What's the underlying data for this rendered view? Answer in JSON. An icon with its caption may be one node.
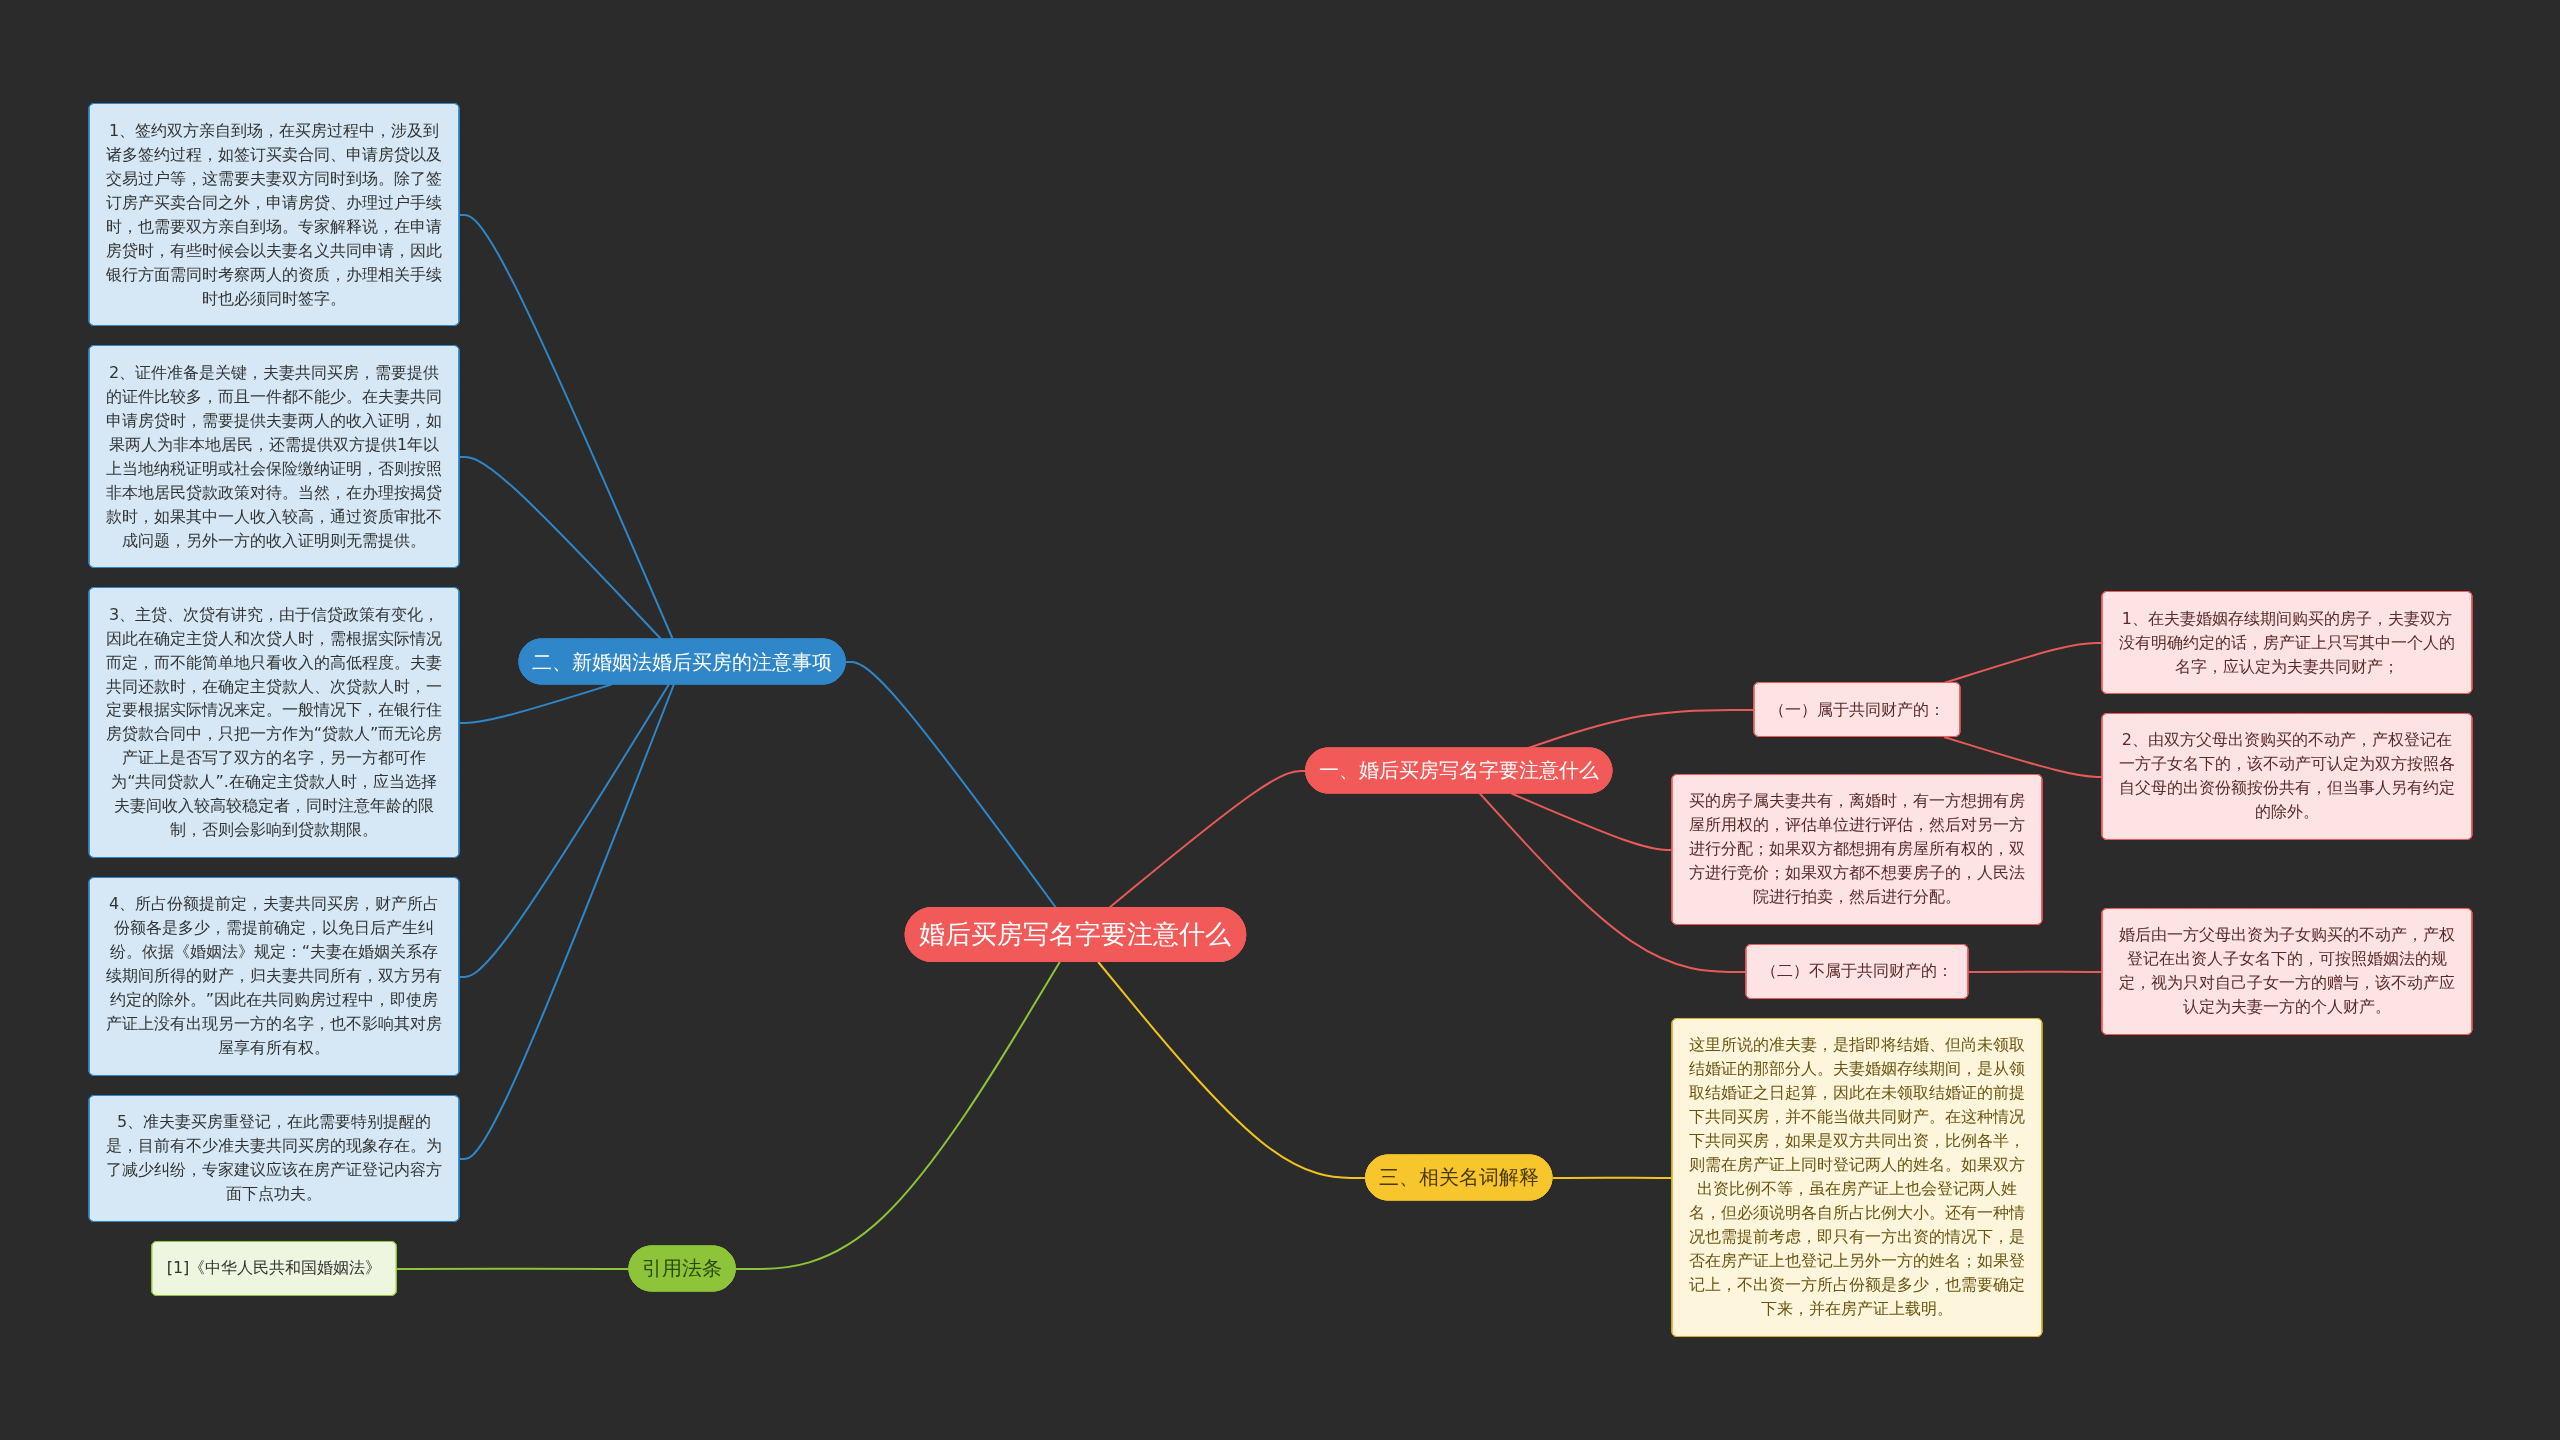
{
  "diagram": {
    "nodes": [
      {
        "text": [
          "婚后买房写名字要注意什么"
        ]
      },
      {
        "text": [
          "一、婚后买房写名字要注意什么"
        ]
      },
      {
        "text": [
          "（一）属于共同财产的："
        ]
      },
      {
        "text": [
          "1、在夫妻婚姻存续期间购买的房子，夫妻双方没有明确约定的话，房产证上只写其中一个人的名字，应认定为夫妻共同财产；"
        ]
      },
      {
        "text": [
          "2、由双方父母出资购买的不动产，产权登记在一方子女名下的，该不动产可认定为双方按照各自父母的出资份额按份共有，但当事人另有约定的除外。"
        ]
      },
      {
        "text": [
          "买的房子属夫妻共有，离婚时，有一方想拥有房屋所用权的，评估单位进行评估，然后对另一方进行分配；如果双方都想拥有房屋所有权的，双方进行竞价；如果双方都不想要房子的，人民法院进行拍卖，然后进行分配。"
        ]
      },
      {
        "text": [
          "（二）不属于共同财产的："
        ]
      },
      {
        "text": [
          "婚后由一方父母出资为子女购买的不动产，产权登记在出资人子女名下的，可按照婚姻法的规定，视为只对自己子女一方的赠与，该不动产应认定为夫妻一方的个人财产。"
        ]
      },
      {
        "text": [
          "二、新婚姻法婚后买房的注意事项"
        ]
      },
      {
        "text": [
          "1、签约双方亲自到场，在买房过程中，涉及到诸多签约过程，如签订买卖合同、申请房贷以及交易过户等，这需要夫妻双方同时到场。除了签订房产买卖合同之外，申请房贷、办理过户手续时，也需要双方亲自到场。专家解释说，在申请房贷时，有些时候会以夫妻名义共同申请，因此银行方面需同时考察两人的资质，办理相关手续时也必须同时签字。"
        ]
      },
      {
        "text": [
          "2、证件准备是关键，夫妻共同买房，需要提供的证件比较多，而且一件都不能少。在夫妻共同申请房贷时，需要提供夫妻两人的收入证明，如果两人为非本地居民，还需提供双方提供1年以上当地纳税证明或社会保险缴纳证明，否则按照非本地居民贷款政策对待。当然，在办理按揭贷款时，如果其中一人收入较高，通过资质审批不成问题，另外一方的收入证明则无需提供。"
        ]
      },
      {
        "text": [
          "3、主贷、次贷有讲究，由于信贷政策有变化，因此在确定主贷人和次贷人时，需根据实际情况而定，而不能简单地只看收入的高低程度。夫妻共同还款时，在确定主贷款人、次贷款人时，一定要根据实际情况来定。一般情况下，在银行住房贷款合同中，只把一方作为“贷款人”而无论房产证上是否写了双方的名字，另一方都可作为“共同贷款人”.在确定主贷款人时，应当选择夫妻间收入较高较稳定者，同时注意年龄的限制，否则会影响到贷款期限。"
        ]
      },
      {
        "text": [
          "4、所占份额提前定，夫妻共同买房，财产所占份额各是多少，需提前确定，以免日后产生纠纷。依据《婚姻法》规定：“夫妻在婚姻关系存续期间所得的财产，归夫妻共同所有，双方另有约定的除外。”因此在共同购房过程中，即使房产证上没有出现另一方的名字，也不影响其对房屋享有所有权。"
        ]
      },
      {
        "text": [
          "5、准夫妻买房重登记，在此需要特别提醒的是，目前有不少准夫妻共同买房的现象存在。为了减少纠纷，专家建议应该在房产证登记内容方面下点功夫。"
        ]
      },
      {
        "text": [
          "三、相关名词解释"
        ]
      },
      {
        "text": [
          "这里所说的准夫妻，是指即将结婚、但尚未领取结婚证的那部分人。夫妻婚姻存续期间，是从领取结婚证之日起算，因此在未领取结婚证的前提下共同买房，并不能当做共同财产。在这种情况下共同买房，如果是双方共同出资，比例各半，则需在房产证上同时登记两人的姓名。如果双方出资比例不等，虽在房产证上也会登记两人姓名，但必须说明各自所占比例大小。还有一种情况也需提前考虑，即只有一方出资的情况下，是否在房产证上也登记上另外一方的姓名；如果登记上，不出资一方所占份额是多少，也需要确定下来，并在房产证上载明。"
        ]
      },
      {
        "text": [
          "引用法条"
        ]
      },
      {
        "text": [
          "[1]《中华人民共和国婚姻法》"
        ]
      }
    ],
    "edges": [
      {
        "from": 0,
        "to": 1,
        "arrow": "none"
      },
      {
        "from": 1,
        "to": 2,
        "arrow": "none"
      },
      {
        "from": 2,
        "to": 3,
        "arrow": "none"
      },
      {
        "from": 2,
        "to": 4,
        "arrow": "none"
      },
      {
        "from": 1,
        "to": 5,
        "arrow": "none"
      },
      {
        "from": 1,
        "to": 6,
        "arrow": "none"
      },
      {
        "from": 6,
        "to": 7,
        "arrow": "none"
      },
      {
        "from": 0,
        "to": 8,
        "arrow": "none",
        "color": "#2f86c8"
      },
      {
        "from": 8,
        "to": 9,
        "arrow": "none",
        "color": "#2f86c8"
      },
      {
        "from": 8,
        "to": 10,
        "arrow": "none",
        "color": "#2f86c8"
      },
      {
        "from": 8,
        "to": 11,
        "arrow": "none",
        "color": "#2f86c8"
      },
      {
        "from": 8,
        "to": 12,
        "arrow": "none",
        "color": "#2f86c8"
      },
      {
        "from": 8,
        "to": 13,
        "arrow": "none",
        "color": "#2f86c8"
      },
      {
        "from": 0,
        "to": 14,
        "arrow": "none",
        "color": "#f2c31e"
      },
      {
        "from": 14,
        "to": 15,
        "arrow": "none",
        "color": "#f2c31e"
      },
      {
        "from": 0,
        "to": 16,
        "arrow": "none",
        "color": "#8dc43a"
      },
      {
        "from": 16,
        "to": 17,
        "arrow": "none",
        "color": "#8dc43a"
      }
    ]
  }
}
